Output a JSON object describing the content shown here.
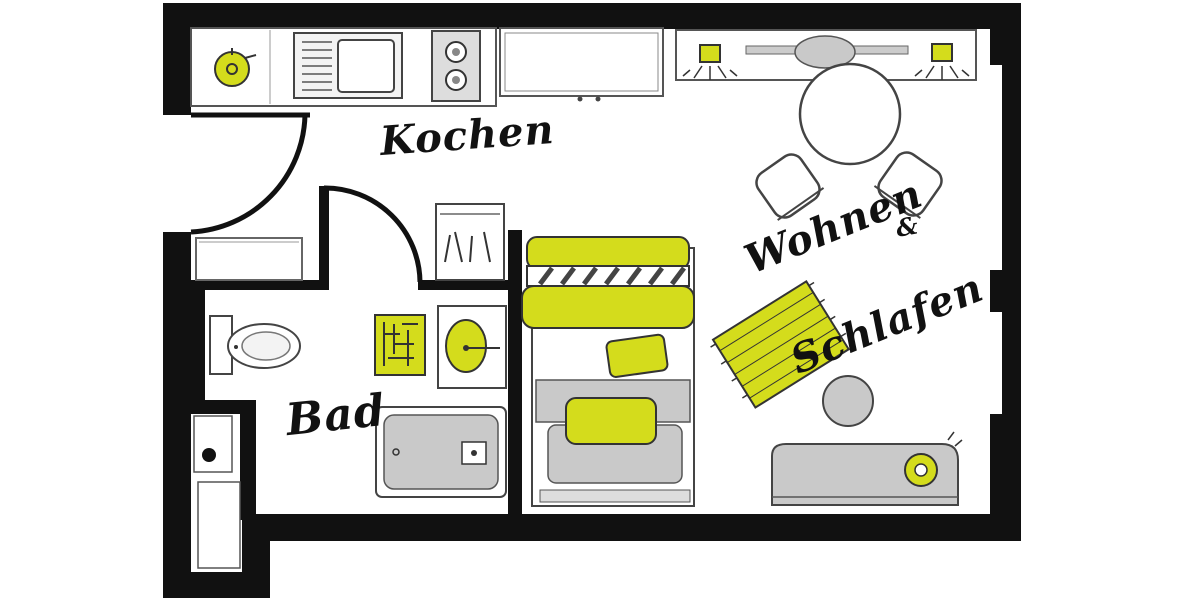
{
  "rooms": {
    "kitchen": "Kochen",
    "living": "Wohnen",
    "amp": "&",
    "sleep": "Schlafen",
    "bath": "Bad"
  },
  "colors": {
    "wall": "#111111",
    "accent": "#d4dc1c",
    "fixture_gray": "#c9c9c9",
    "outline": "#444444",
    "background": "#ffffff"
  },
  "icons": [
    "kitchen-counter",
    "sink",
    "stove",
    "round-table",
    "chair",
    "bed",
    "pillow",
    "blanket",
    "rug",
    "toilet",
    "bathtub",
    "washbasin",
    "bath-mat",
    "sofa",
    "plant",
    "door-swing",
    "wall-lamp"
  ]
}
